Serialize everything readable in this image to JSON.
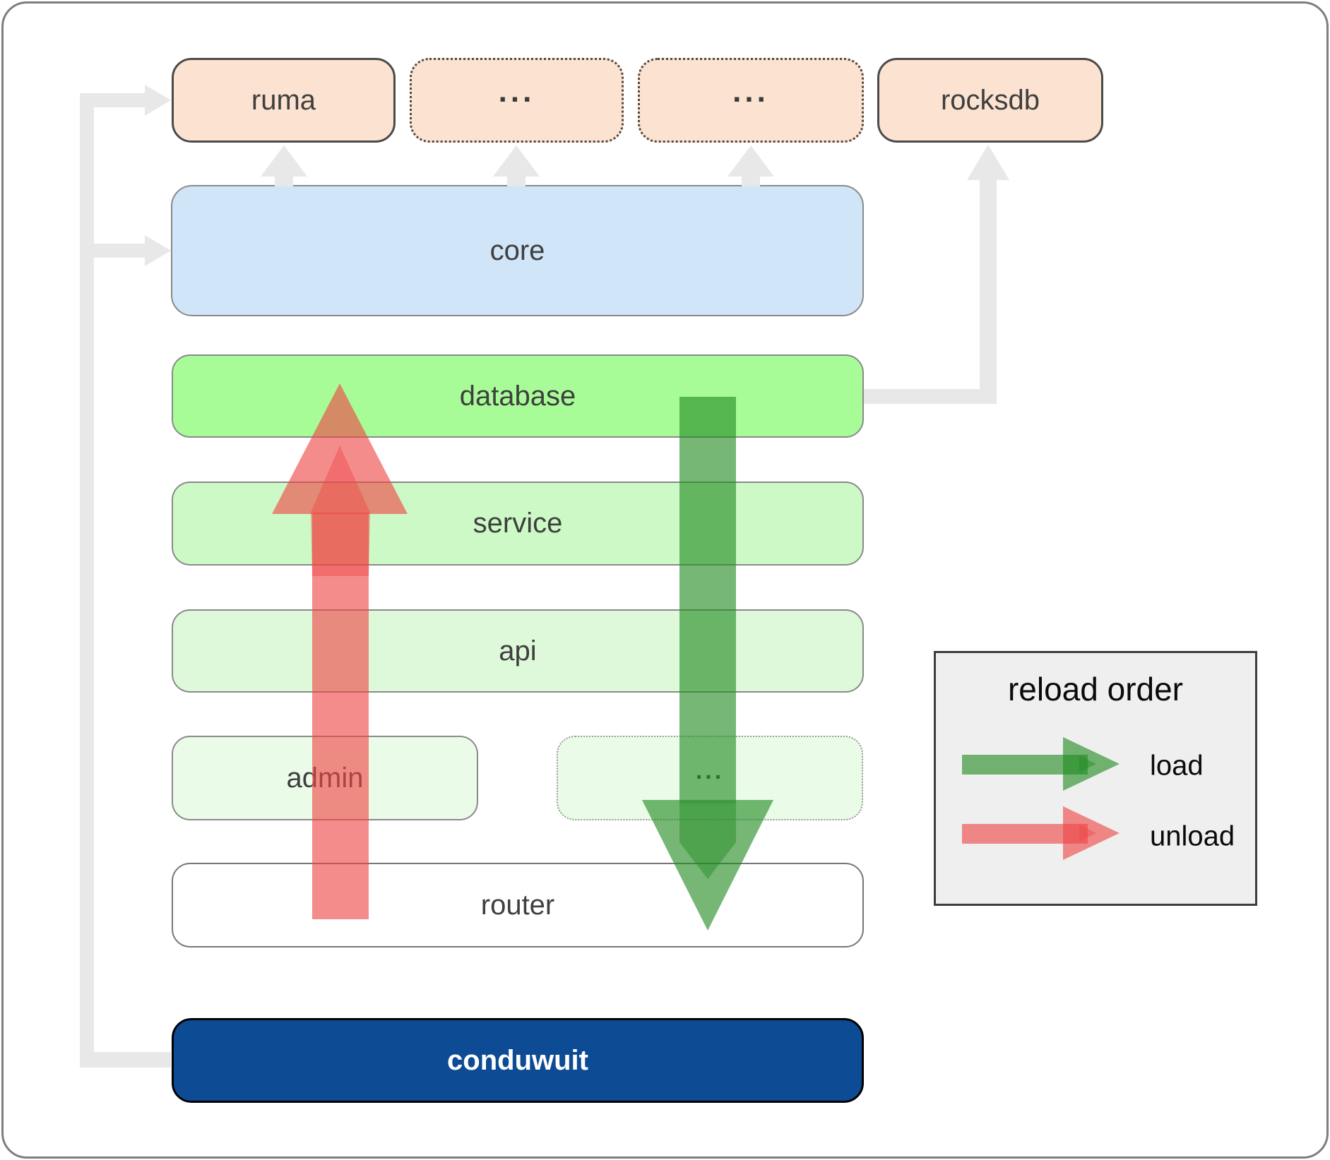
{
  "diagram": {
    "nodes": {
      "ruma": "ruma",
      "ellipsis1": "...",
      "ellipsis2": "...",
      "rocksdb": "rocksdb",
      "core": "core",
      "database": "database",
      "service": "service",
      "api": "api",
      "admin": "admin",
      "ellipsis3": "...",
      "router": "router",
      "conduwuit": "conduwuit"
    },
    "legend": {
      "title": "reload order",
      "load_label": "load",
      "unload_label": "unload"
    },
    "colors": {
      "peach": "#fce3d1",
      "core": "#d0e5f8",
      "database": "#a8fc98",
      "service": "#cdf9c6",
      "api": "#def9d9",
      "admin": "#eafbe7",
      "router": "#ffffff",
      "conduwuit": "#0d4b94",
      "connector": "#e8e8e8",
      "load": "#228b22",
      "unload": "#ef4646",
      "legendbg": "#efefef"
    }
  }
}
